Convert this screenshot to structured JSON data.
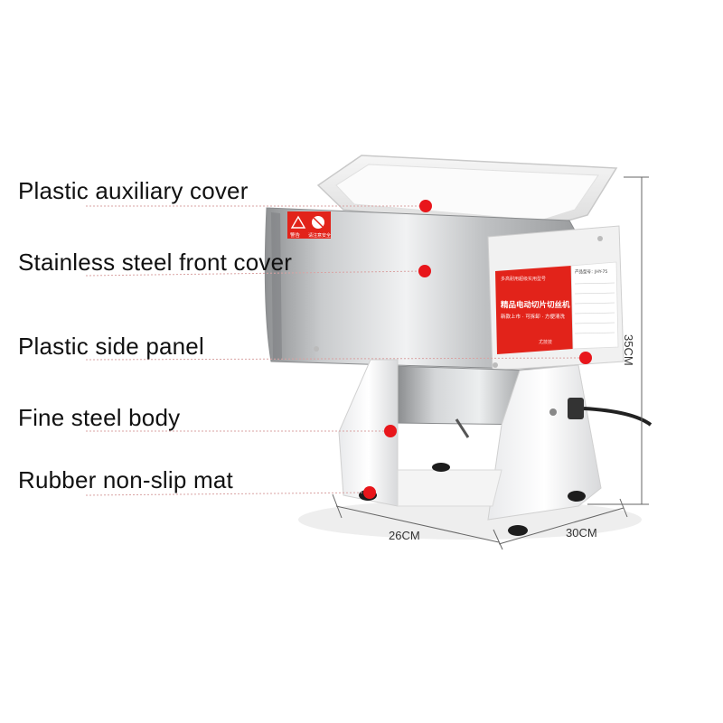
{
  "callouts": [
    {
      "label": "Plastic auxiliary cover"
    },
    {
      "label": "Stainless steel front cover"
    },
    {
      "label": "Plastic side panel"
    },
    {
      "label": "Fine steel body"
    },
    {
      "label": "Rubber non-slip mat"
    }
  ],
  "dimensions": {
    "height": "35CM",
    "width": "26CM",
    "depth": "30CM"
  },
  "product_panel": {
    "subtitle": "多高耐用超级实用型号",
    "title": "精品电动切片切丝机",
    "tagline": "新款上市 · 可拆卸 · 方便清洗",
    "model_label": "产品型号：",
    "model_value": "JHY-75",
    "brand": "尤技技",
    "warning_label": "警告",
    "caution_label": "请注意安全"
  },
  "colors": {
    "callout_dot": "#e8161b",
    "panel_red": "#e2231a",
    "leader_line": "#d9a3a3"
  }
}
